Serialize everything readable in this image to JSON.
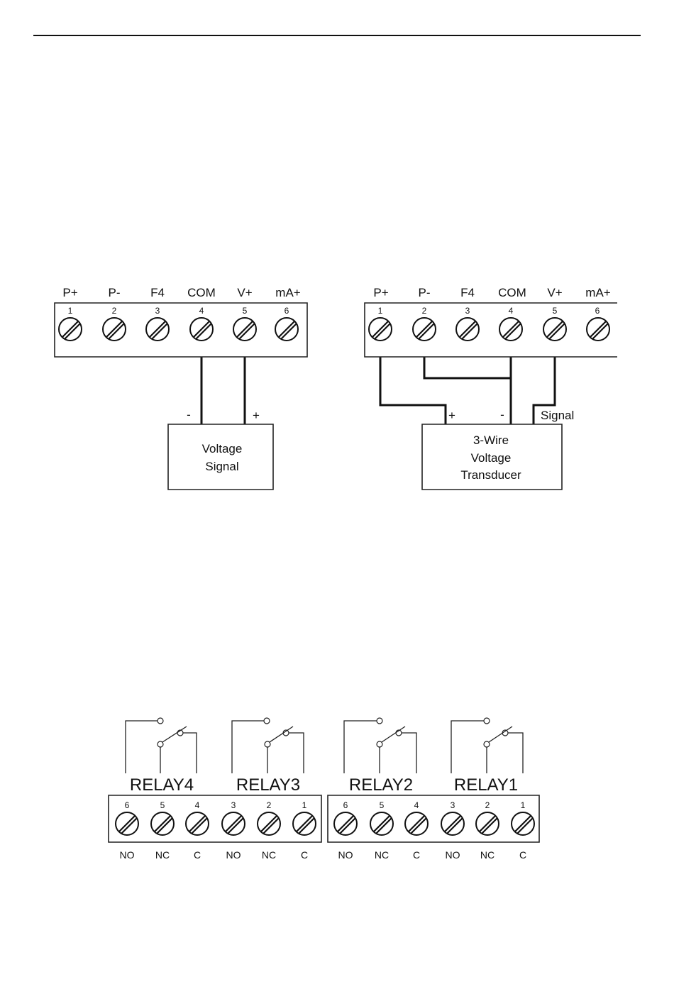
{
  "terminal_blocks": [
    {
      "id": "voltage-signal",
      "labels": [
        "P+",
        "P-",
        "F4",
        "COM",
        "V+",
        "mA+"
      ],
      "numbers": [
        "1",
        "2",
        "3",
        "4",
        "5",
        "6"
      ]
    },
    {
      "id": "transducer",
      "labels": [
        "P+",
        "P-",
        "F4",
        "COM",
        "V+",
        "mA+"
      ],
      "numbers": [
        "1",
        "2",
        "3",
        "4",
        "5",
        "6"
      ]
    }
  ],
  "voltage_box": {
    "line1": "Voltage",
    "line2": "Signal",
    "minus": "-",
    "plus": "+"
  },
  "transducer_box": {
    "line1": "3-Wire",
    "line2": "Voltage",
    "line3": "Transducer",
    "plus": "+",
    "minus": "-",
    "signal": "Signal"
  },
  "relay_blocks": [
    {
      "relays": [
        "RELAY4",
        "RELAY3"
      ],
      "numbers": [
        "6",
        "5",
        "4",
        "3",
        "2",
        "1"
      ],
      "contacts": [
        "NO",
        "NC",
        "C",
        "NO",
        "NC",
        "C"
      ]
    },
    {
      "relays": [
        "RELAY2",
        "RELAY1"
      ],
      "numbers": [
        "6",
        "5",
        "4",
        "3",
        "2",
        "1"
      ],
      "contacts": [
        "NO",
        "NC",
        "C",
        "NO",
        "NC",
        "C"
      ]
    }
  ]
}
